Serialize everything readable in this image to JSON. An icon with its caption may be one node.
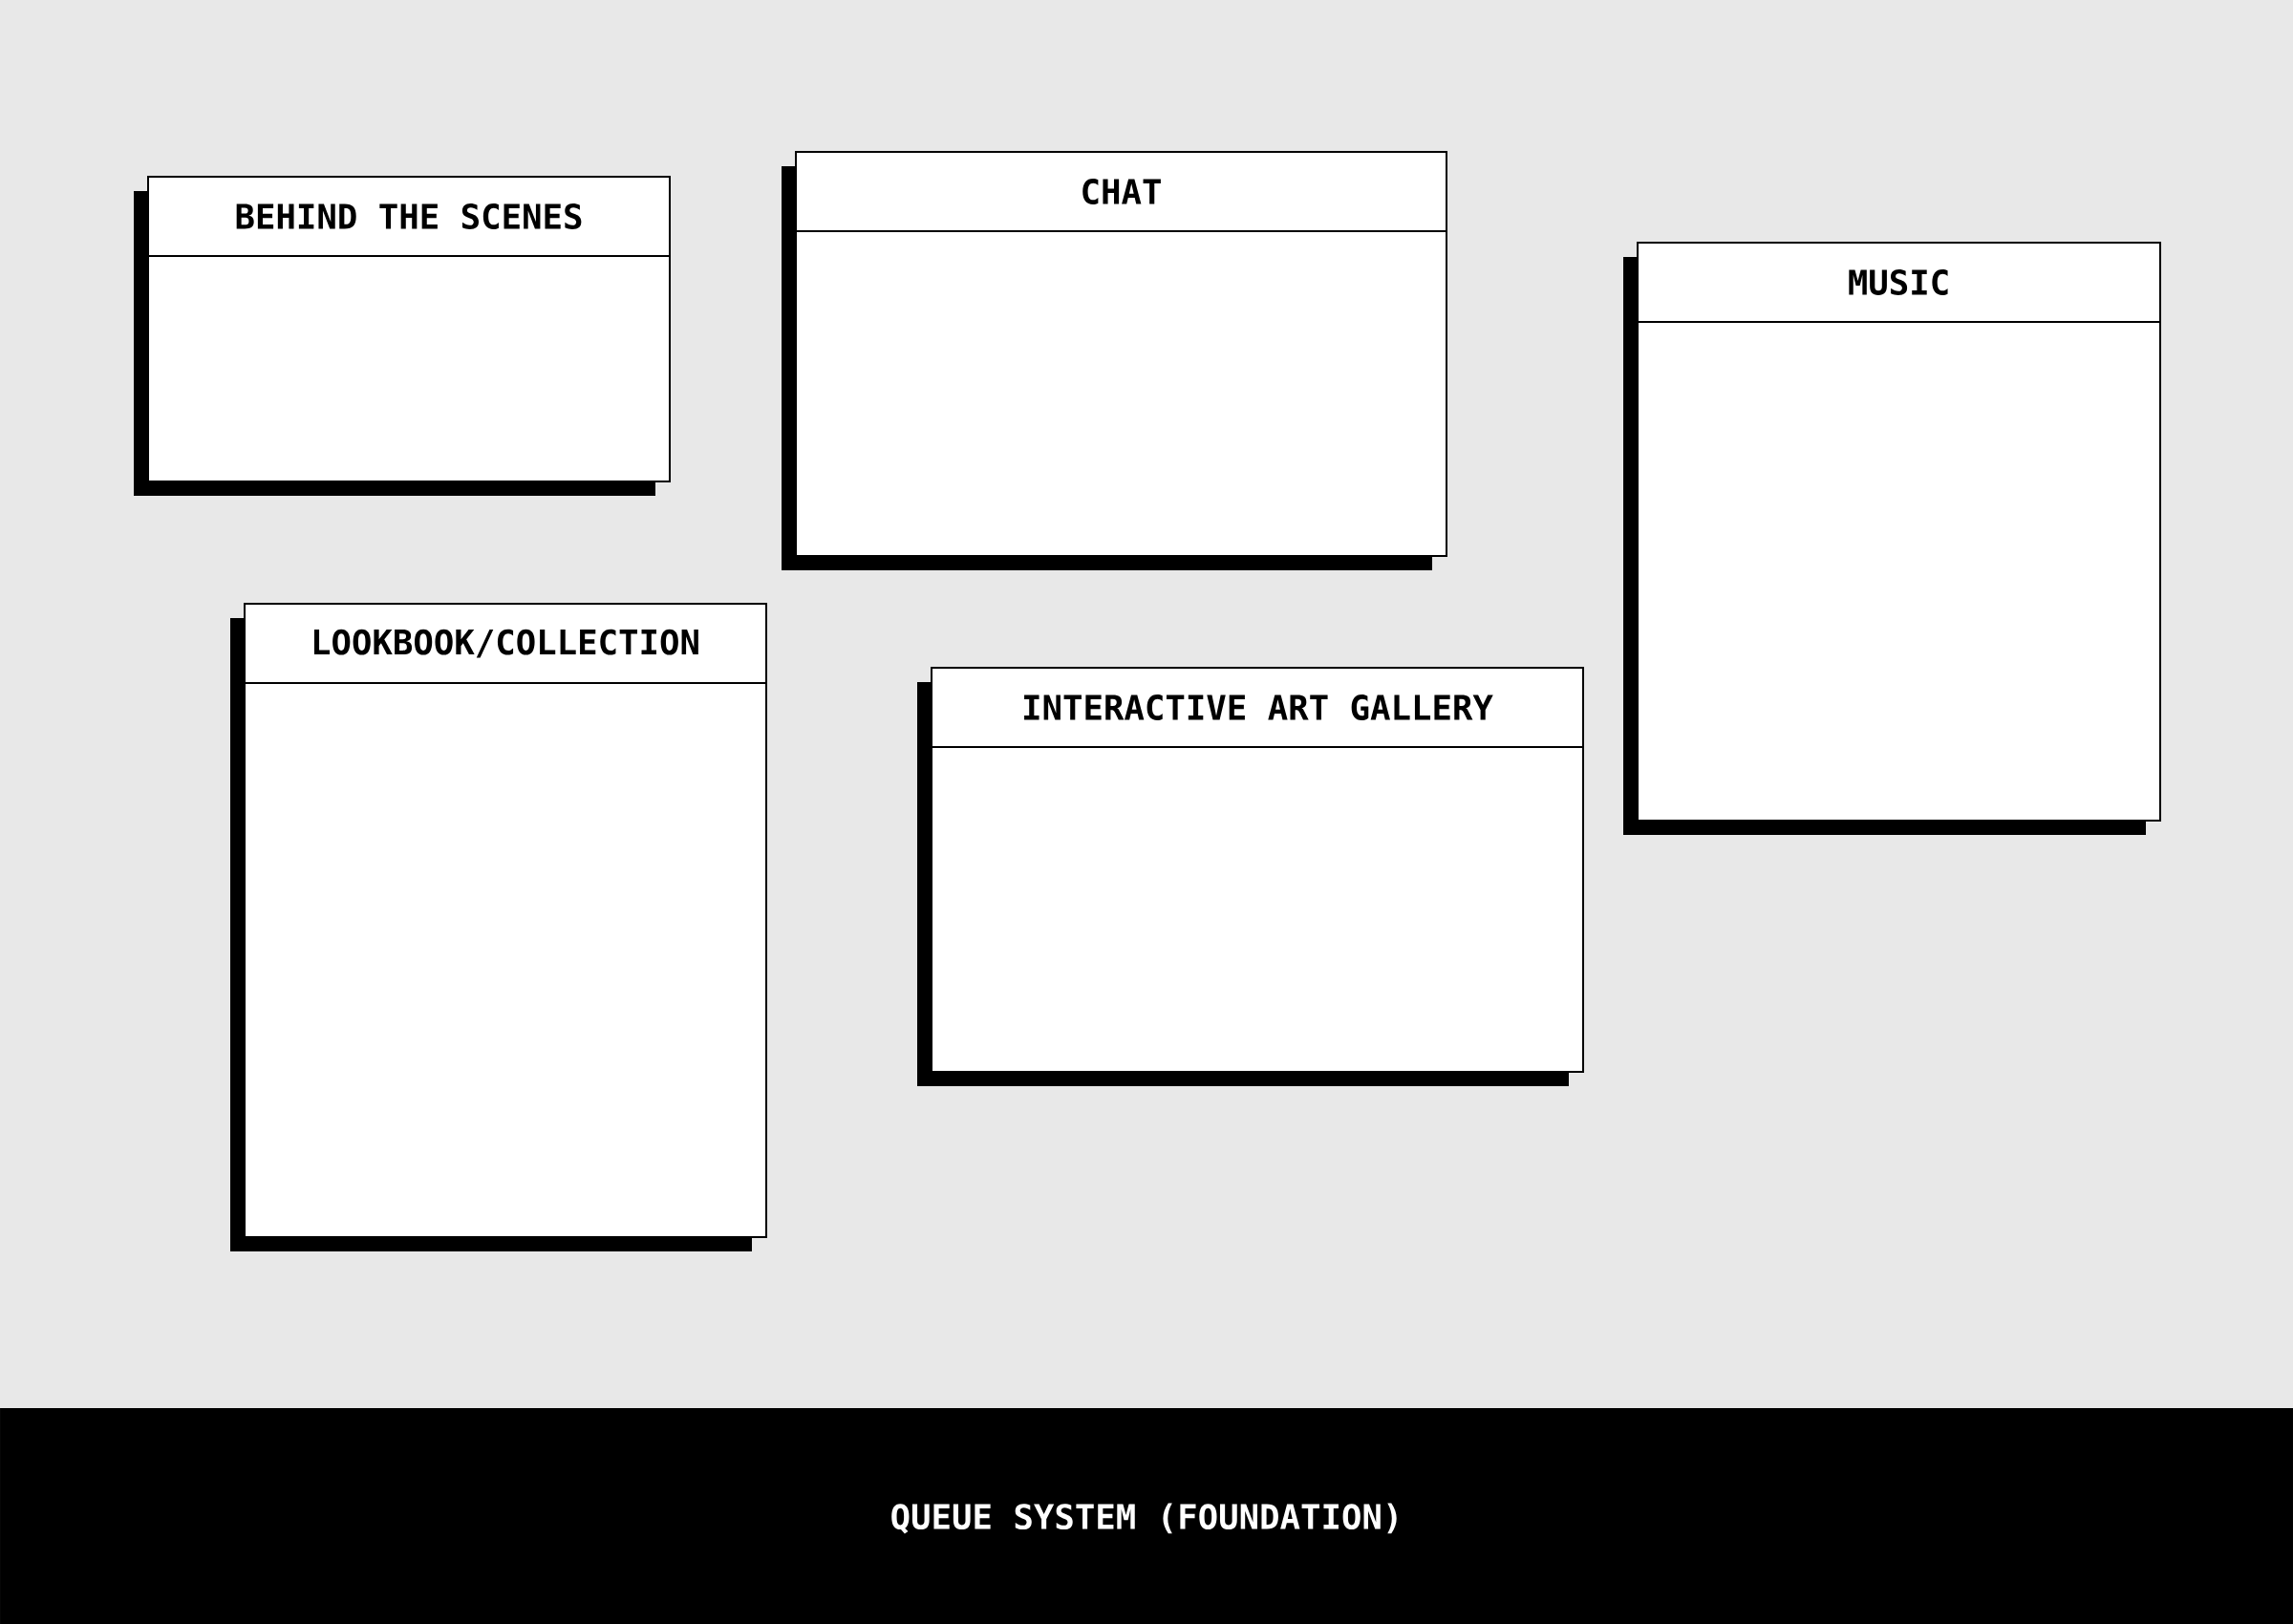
{
  "diagram": {
    "nodes": [
      {
        "text": [
          "BEHIND THE SCENES"
        ]
      },
      {
        "text": [
          "CHAT"
        ]
      },
      {
        "text": [
          "MUSIC"
        ]
      },
      {
        "text": [
          "LOOKBOOK/COLLECTION"
        ]
      },
      {
        "text": [
          "INTERACTIVE ART GALLERY"
        ]
      },
      {
        "text": [
          "QUEUE SYSTEM (FOUNDATION)"
        ]
      }
    ]
  }
}
